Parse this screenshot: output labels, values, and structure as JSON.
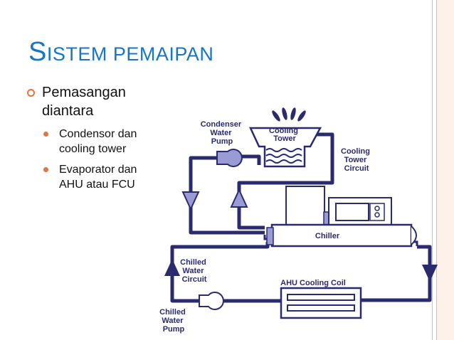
{
  "title": {
    "first_letter": "S",
    "rest": "ISTEM PEMAIPAN"
  },
  "bullet": {
    "text": "Pemasangan diantara",
    "subs": [
      "Condensor dan cooling tower",
      "Evaporator dan AHU atau FCU"
    ]
  },
  "diagram": {
    "condenser_pump_label": [
      "Condenser",
      "Water",
      "Pump"
    ],
    "cooling_tower_label": [
      "Cooling",
      "Tower"
    ],
    "cooling_circuit_label": [
      "Cooling",
      "Tower",
      "Circuit"
    ],
    "chiller_label": "Chiller",
    "chilled_circuit_label": [
      "Chilled",
      "Water",
      "Circuit"
    ],
    "ahu_label": "AHU Cooling Coil",
    "chilled_pump_label": [
      "Chilled",
      "Water",
      "Pump"
    ]
  },
  "colors": {
    "title": "#1775c5",
    "bullet": "#e8733f",
    "pipe": "#2a2a6e",
    "fill": "#9a9ad4",
    "edge": "#f0b49a"
  }
}
